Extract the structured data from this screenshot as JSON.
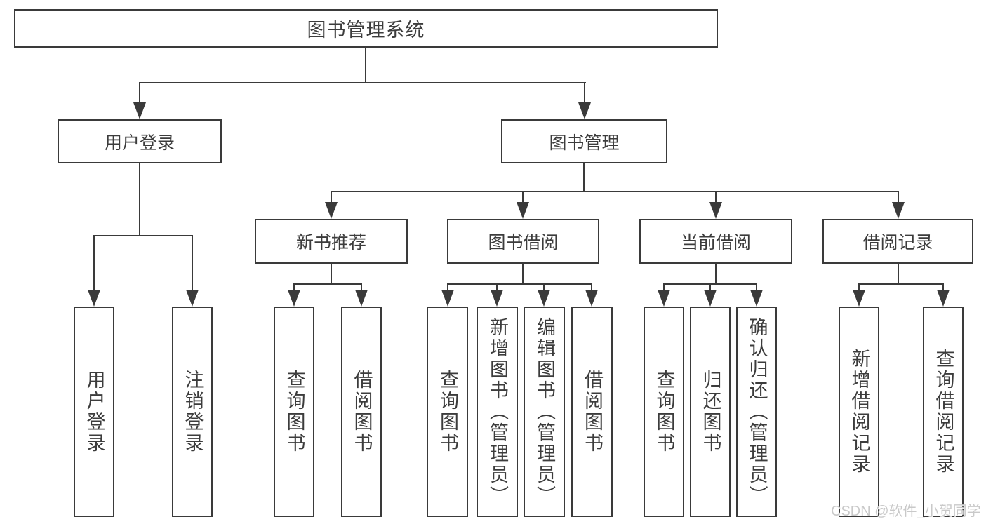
{
  "colors": {
    "line": "#3a3a3a",
    "text": "#3c3c3c",
    "watermark": "#c9c9c9",
    "background": "#ffffff"
  },
  "watermark": {
    "text": "CSDN @软件_小贺同学"
  },
  "diagram": {
    "root": {
      "label": "图书管理系统"
    },
    "branches": [
      {
        "label": "用户登录",
        "children": [
          {
            "label": "用户登录"
          },
          {
            "label": "注销登录"
          }
        ]
      },
      {
        "label": "图书管理",
        "children": [
          {
            "label": "新书推荐",
            "children": [
              {
                "label": "查询图书"
              },
              {
                "label": "借阅图书"
              }
            ]
          },
          {
            "label": "图书借阅",
            "children": [
              {
                "label": "查询图书"
              },
              {
                "label": "新增图书（管理员）"
              },
              {
                "label": "编辑图书（管理员）"
              },
              {
                "label": "借阅图书"
              }
            ]
          },
          {
            "label": "当前借阅",
            "children": [
              {
                "label": "查询图书"
              },
              {
                "label": "归还图书"
              },
              {
                "label": "确认归还（管理员）"
              }
            ]
          },
          {
            "label": "借阅记录",
            "children": [
              {
                "label": "新增借阅记录"
              },
              {
                "label": "查询借阅记录"
              }
            ]
          }
        ]
      }
    ]
  }
}
